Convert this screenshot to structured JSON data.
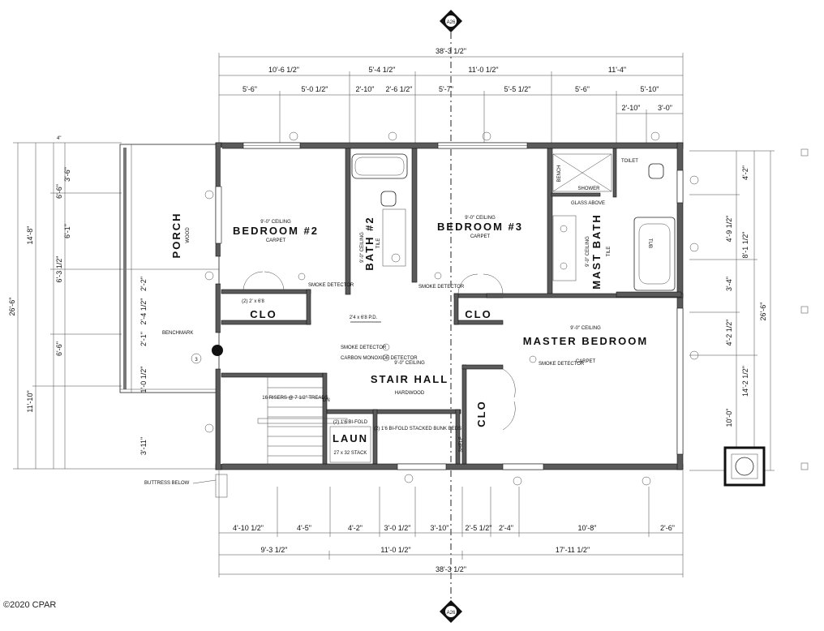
{
  "section_marker": "A26",
  "overall_width": "38'-3 1/2\"",
  "overall_depth": "26'-6\"",
  "top_dims": {
    "row1": [
      "10'-6 1/2\"",
      "5'-4 1/2\"",
      "11'-0 1/2\"",
      "11'-4\""
    ],
    "row2": [
      "5'-6\"",
      "5'-0 1/2\"",
      "2'-10\"",
      "2'-6 1/2\"",
      "5'-7\"",
      "5'-5 1/2\"",
      "5'-6\"",
      "5'-10\""
    ],
    "row3": [
      "2'-10\"",
      "3'-0\""
    ]
  },
  "bottom_dims": {
    "row1": [
      "4'-10 1/2\"",
      "4'-5\"",
      "4'-2\"",
      "3'-0 1/2\"",
      "3'-10\"",
      "2'-5 1/2\"",
      "2'-4\"",
      "10'-8\"",
      "2'-6\""
    ],
    "row2": [
      "9'-3 1/2\"",
      "11'-0 1/2\"",
      "17'-11 1/2\""
    ]
  },
  "left_dims": [
    "4\"",
    "3'-6\"",
    "6'-6\"",
    "6'-1\"",
    "6'-3 1/2\"",
    "2'-2\"",
    "2'-4 1/2\"",
    "2'-1\"",
    "6'-6\"",
    "1'-0 1/2\"",
    "3'-11\"",
    "14'-8\"",
    "26'-6\"",
    "11'-10\""
  ],
  "right_dims": [
    "4'-2\"",
    "4'-9 1/2\"",
    "8'-1 1/2\"",
    "3'-4\"",
    "4'-2 1/2\"",
    "26'-6\"",
    "14'-2 1/2\"",
    "10'-0\""
  ],
  "rooms": {
    "porch": {
      "name": "PORCH",
      "finish": "WOOD"
    },
    "bedroom2": {
      "ceiling": "9'-0\" CEILING",
      "name": "BEDROOM #2",
      "finish": "CARPET"
    },
    "bath2": {
      "ceiling": "9'-0\" CEILING",
      "name": "BATH #2",
      "finish": "TILE"
    },
    "bedroom3": {
      "ceiling": "9'-0\" CEILING",
      "name": "BEDROOM #3",
      "finish": "CARPET"
    },
    "mast_bath": {
      "ceiling": "9'-0\" CEILING",
      "name": "MAST BATH",
      "finish": "TILE"
    },
    "master": {
      "ceiling": "9'-0\" CEILING",
      "name": "MASTER BEDROOM",
      "finish": "CARPET"
    },
    "stair_hall": {
      "ceiling": "9'-0\" CEILING",
      "name": "STAIR HALL",
      "finish": "HARDWOOD"
    },
    "laun": {
      "name": "LAUN",
      "note": "27 x 32 STACK"
    },
    "clo": "CLO",
    "shelf": "SHELF",
    "bunk": "(2) 1'6 BI-FOLD STACKED BUNK BEDS",
    "bifold": "(2) 1'6 BI-FOLD"
  },
  "labels": {
    "toilet": "TOILET",
    "bench": "BENCH",
    "shower": "SHOWER",
    "glass": "GLASS ABOVE",
    "tub": "TUB",
    "smoke": "SMOKE DETECTOR",
    "co": "CARBON MONOXIDE DETECTOR",
    "benchmark": "BENCHMARK",
    "buttress": "BUTTRESS BELOW",
    "pd": "2'4 x 6'8 P.D.",
    "door_2x6": "(2) 2' x 6'8",
    "mark3": "3",
    "dn": "DN",
    "treads": "16 RISERS @ 7 1/2\" TREADS"
  },
  "copyright": "©2020 CPAR"
}
